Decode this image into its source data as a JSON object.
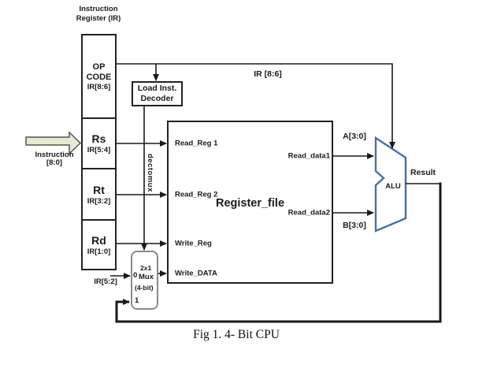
{
  "diagram": {
    "caption": "Fig 1. 4- Bit CPU"
  },
  "ir_register": {
    "title_line1": "Instruction",
    "title_line2": "Register (IR)",
    "op_line1": "OP",
    "op_line2": "CODE",
    "op_range": "IR[8:6]",
    "rs_label": "Rs",
    "rs_range": "IR[5:4]",
    "rt_label": "Rt",
    "rt_range": "IR[3:2]",
    "rd_label": "Rd",
    "rd_range": "IR[1:0]"
  },
  "instruction_input": {
    "label_line1": "Instruction",
    "label_line2": "[8:0]"
  },
  "decoder": {
    "line1": "Load Inst.",
    "line2": "Decoder"
  },
  "dectomux": {
    "label": "dectomux"
  },
  "register_file": {
    "title": "Register_file",
    "read_reg1": "Read_Reg 1",
    "read_reg2": "Read_Reg 2",
    "write_reg": "Write_Reg",
    "write_data": "Write_DATA",
    "read_data1": "Read_data1",
    "read_data2": "Read_data2"
  },
  "mux": {
    "input0": "0",
    "input1": "1",
    "line1": "2x1",
    "line2": "Mux",
    "line3": "(4-bit)",
    "select_label": "IR[5:2]"
  },
  "alu": {
    "label": "ALU",
    "input_a": "A[3:0]",
    "input_b": "B[3:0]",
    "result": "Result",
    "opcode_wire": "IR [8:6]"
  },
  "colors": {
    "wire": "#1a1a1a",
    "alu_stroke": "#4a6da8",
    "mux_stroke": "#8a8a8a",
    "arrow_fill": "#e7e8d6",
    "arrow_stroke": "#55554c"
  }
}
